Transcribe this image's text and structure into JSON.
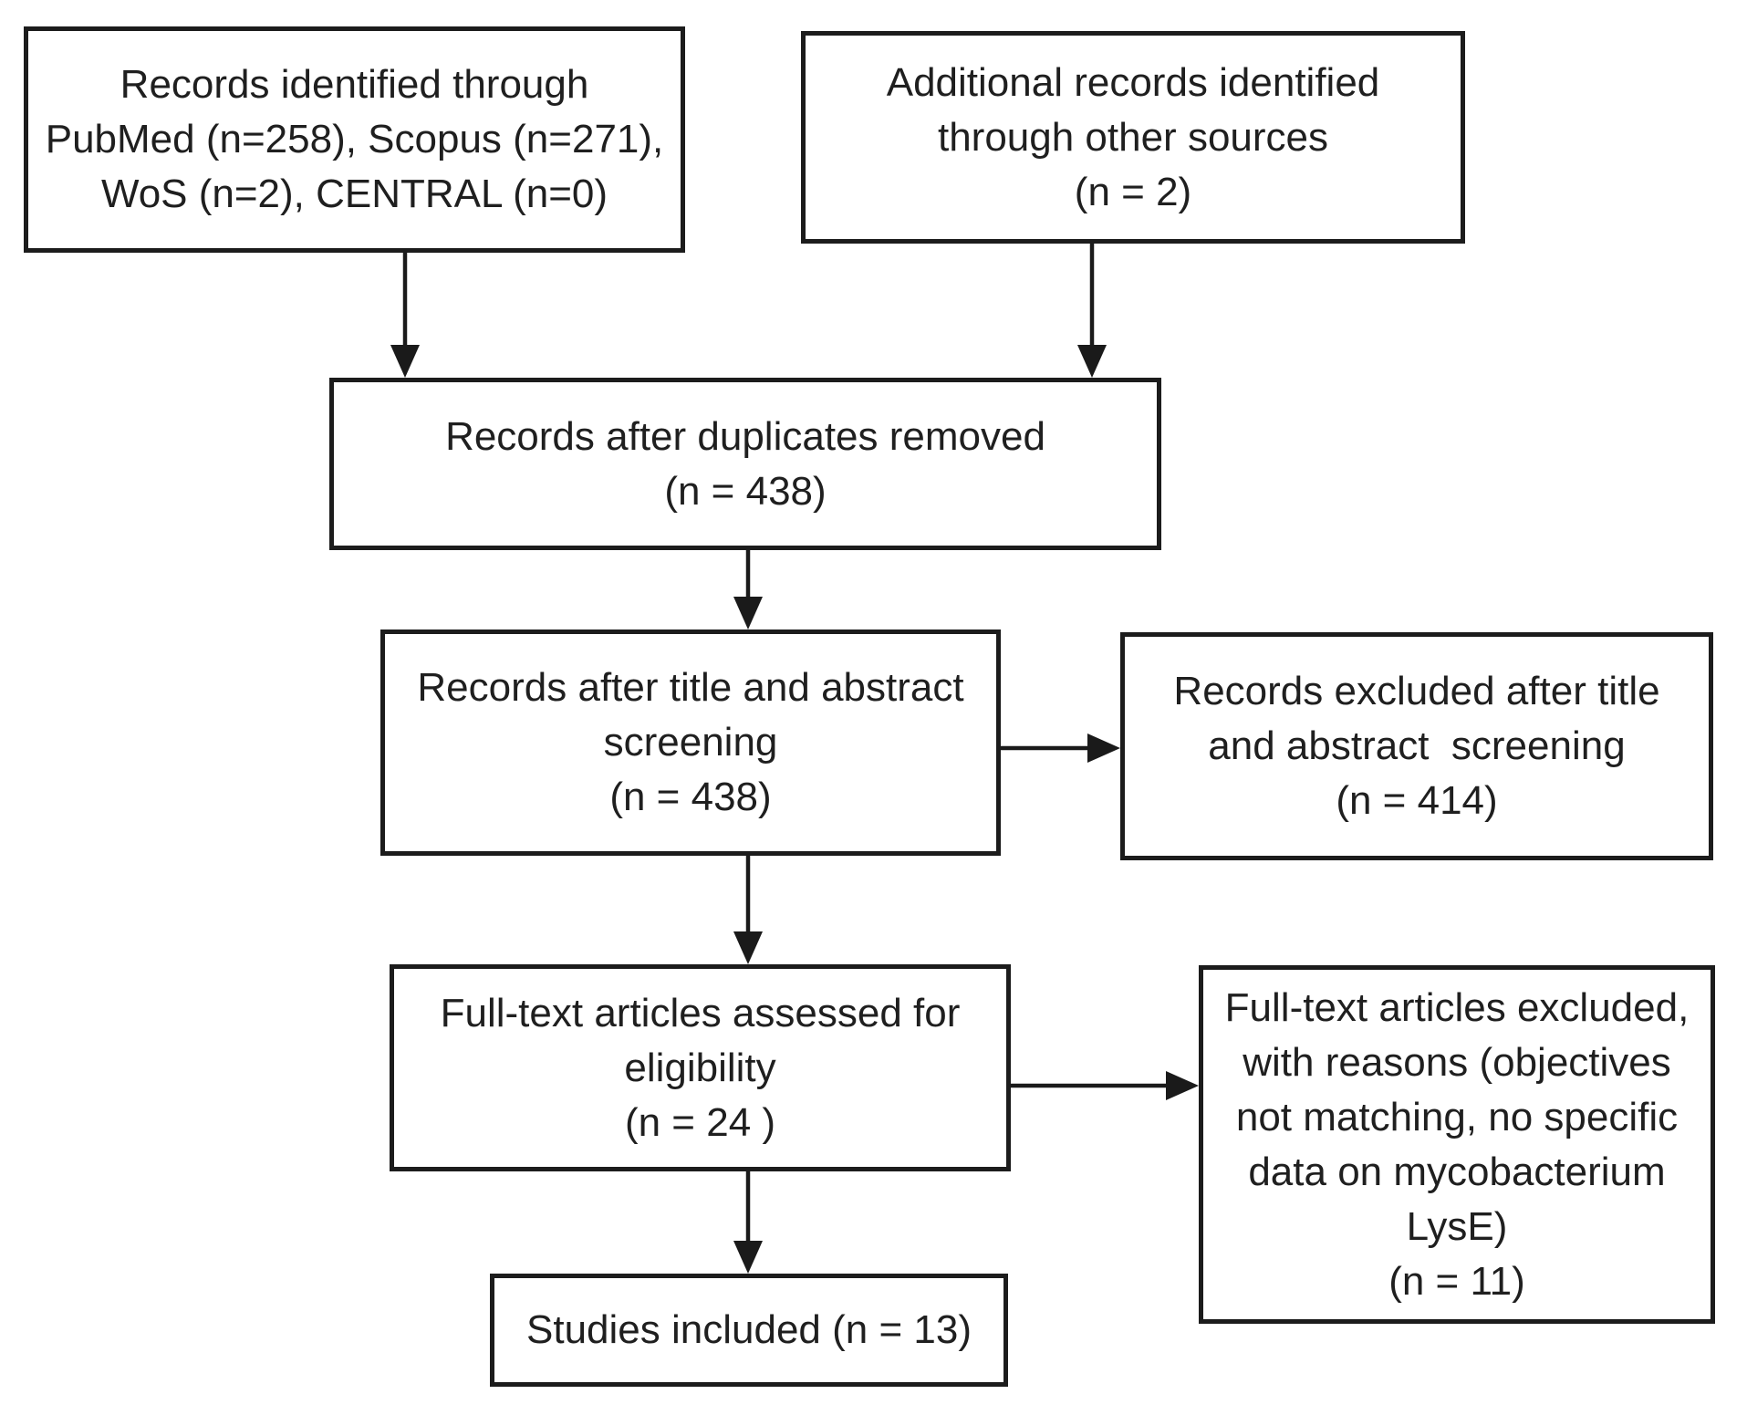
{
  "colors": {
    "background": "#ffffff",
    "box_border": "#1c1c1c",
    "text": "#1f1f1f",
    "arrow": "#1a1a1a"
  },
  "boxes": {
    "identification_databases": {
      "lines": [
        "Records identified through",
        "PubMed (n=258), Scopus (n=271),",
        "WoS (n=2), CENTRAL (n=0)"
      ]
    },
    "identification_other_sources": {
      "lines": [
        "Additional records identified",
        "through other sources",
        "(n = 2)"
      ]
    },
    "duplicates_removed": {
      "lines": [
        "Records after duplicates removed",
        "(n = 438)"
      ]
    },
    "title_abstract_screening": {
      "lines": [
        "Records after title and abstract",
        "screening",
        "(n = 438)"
      ]
    },
    "records_excluded": {
      "lines": [
        "Records excluded after title",
        "and abstract  screening",
        "(n = 414)"
      ]
    },
    "fulltext_assessed": {
      "lines": [
        "Full-text articles assessed for",
        "eligibility",
        "(n = 24 )"
      ]
    },
    "fulltext_excluded": {
      "lines": [
        "Full-text articles excluded,",
        "with reasons (objectives",
        "not matching, no specific",
        "data on mycobacterium",
        "LysE)",
        "(n = 11)"
      ]
    },
    "studies_included": {
      "lines": [
        "Studies included (n = 13)"
      ]
    }
  },
  "connections": [
    {
      "from": "identification_databases",
      "to": "duplicates_removed"
    },
    {
      "from": "identification_other_sources",
      "to": "duplicates_removed"
    },
    {
      "from": "duplicates_removed",
      "to": "title_abstract_screening"
    },
    {
      "from": "title_abstract_screening",
      "to": "records_excluded"
    },
    {
      "from": "title_abstract_screening",
      "to": "fulltext_assessed"
    },
    {
      "from": "fulltext_assessed",
      "to": "fulltext_excluded"
    },
    {
      "from": "fulltext_assessed",
      "to": "studies_included"
    }
  ]
}
